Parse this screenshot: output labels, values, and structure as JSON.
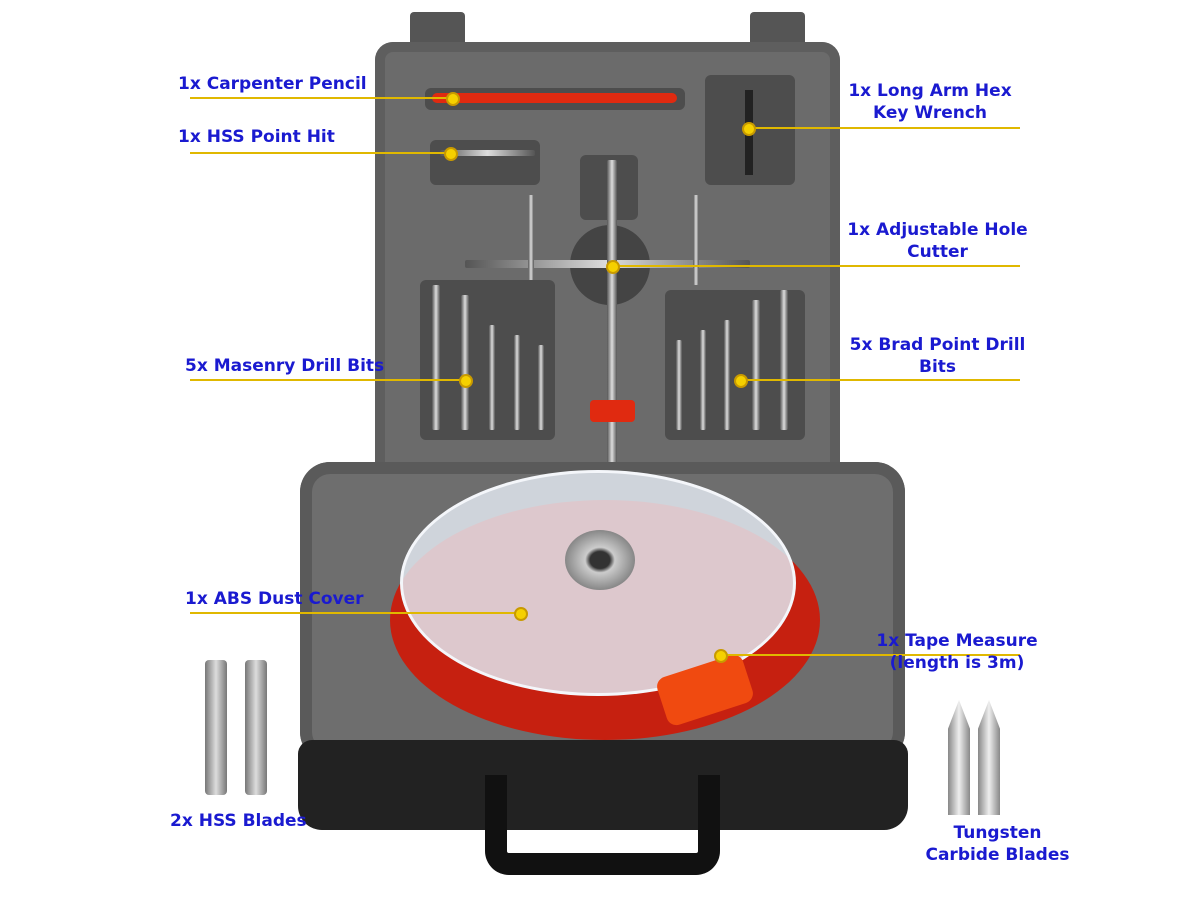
{
  "labels": {
    "pencil": "1x  Carpenter Pencil",
    "hss_point": "1x HSS Point Hit",
    "hex_key_1": "1x Long Arm Hex",
    "hex_key_2": "Key Wrench",
    "hole_cutter_1": "1x Adjustable Hole",
    "hole_cutter_2": "Cutter",
    "masonry": "5x Masenry Drill Bits",
    "brad_1": "5x Brad Point Drill",
    "brad_2": "Bits",
    "dust_cover": "1x ABS Dust Cover",
    "tape_1": "1x Tape Measure",
    "tape_2": "(length is 3m)",
    "hss_blades": "2x  HSS Blades",
    "tungsten_1": "Tungsten",
    "tungsten_2": "Carbide Blades"
  },
  "colors": {
    "label": "#1a1ad0",
    "callout": "#e0b800",
    "case": "#6b6b6b",
    "accent": "#e02a10"
  }
}
